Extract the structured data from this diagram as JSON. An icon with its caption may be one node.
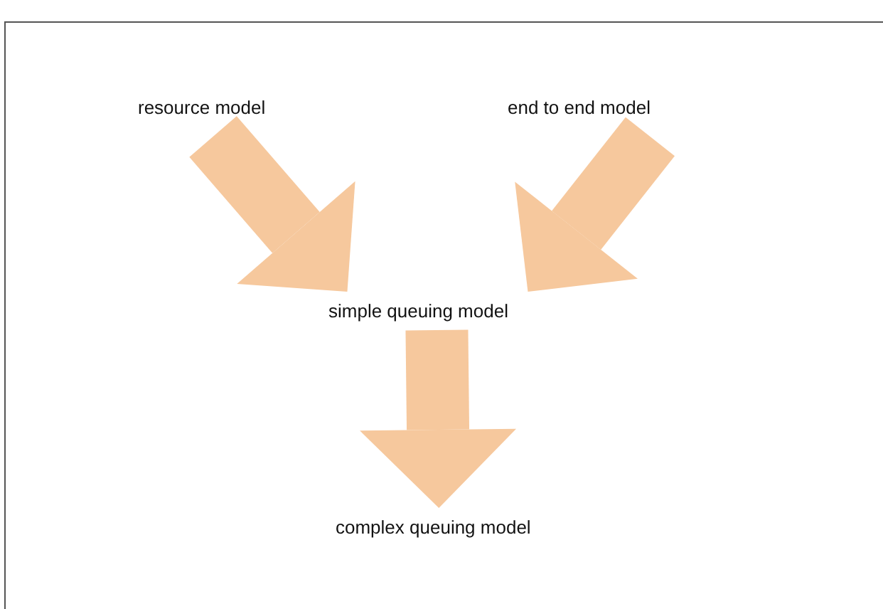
{
  "diagram": {
    "nodes": [
      {
        "text": [
          "resource model"
        ]
      },
      {
        "text": [
          "end to end model"
        ]
      },
      {
        "text": [
          "simple queuing model"
        ]
      },
      {
        "text": [
          "complex queuing model"
        ]
      }
    ],
    "edges": [
      {
        "from": 0,
        "to": 2,
        "arrow": "to"
      },
      {
        "from": 1,
        "to": 2,
        "arrow": "to"
      },
      {
        "from": 2,
        "to": 3,
        "arrow": "to"
      }
    ]
  }
}
